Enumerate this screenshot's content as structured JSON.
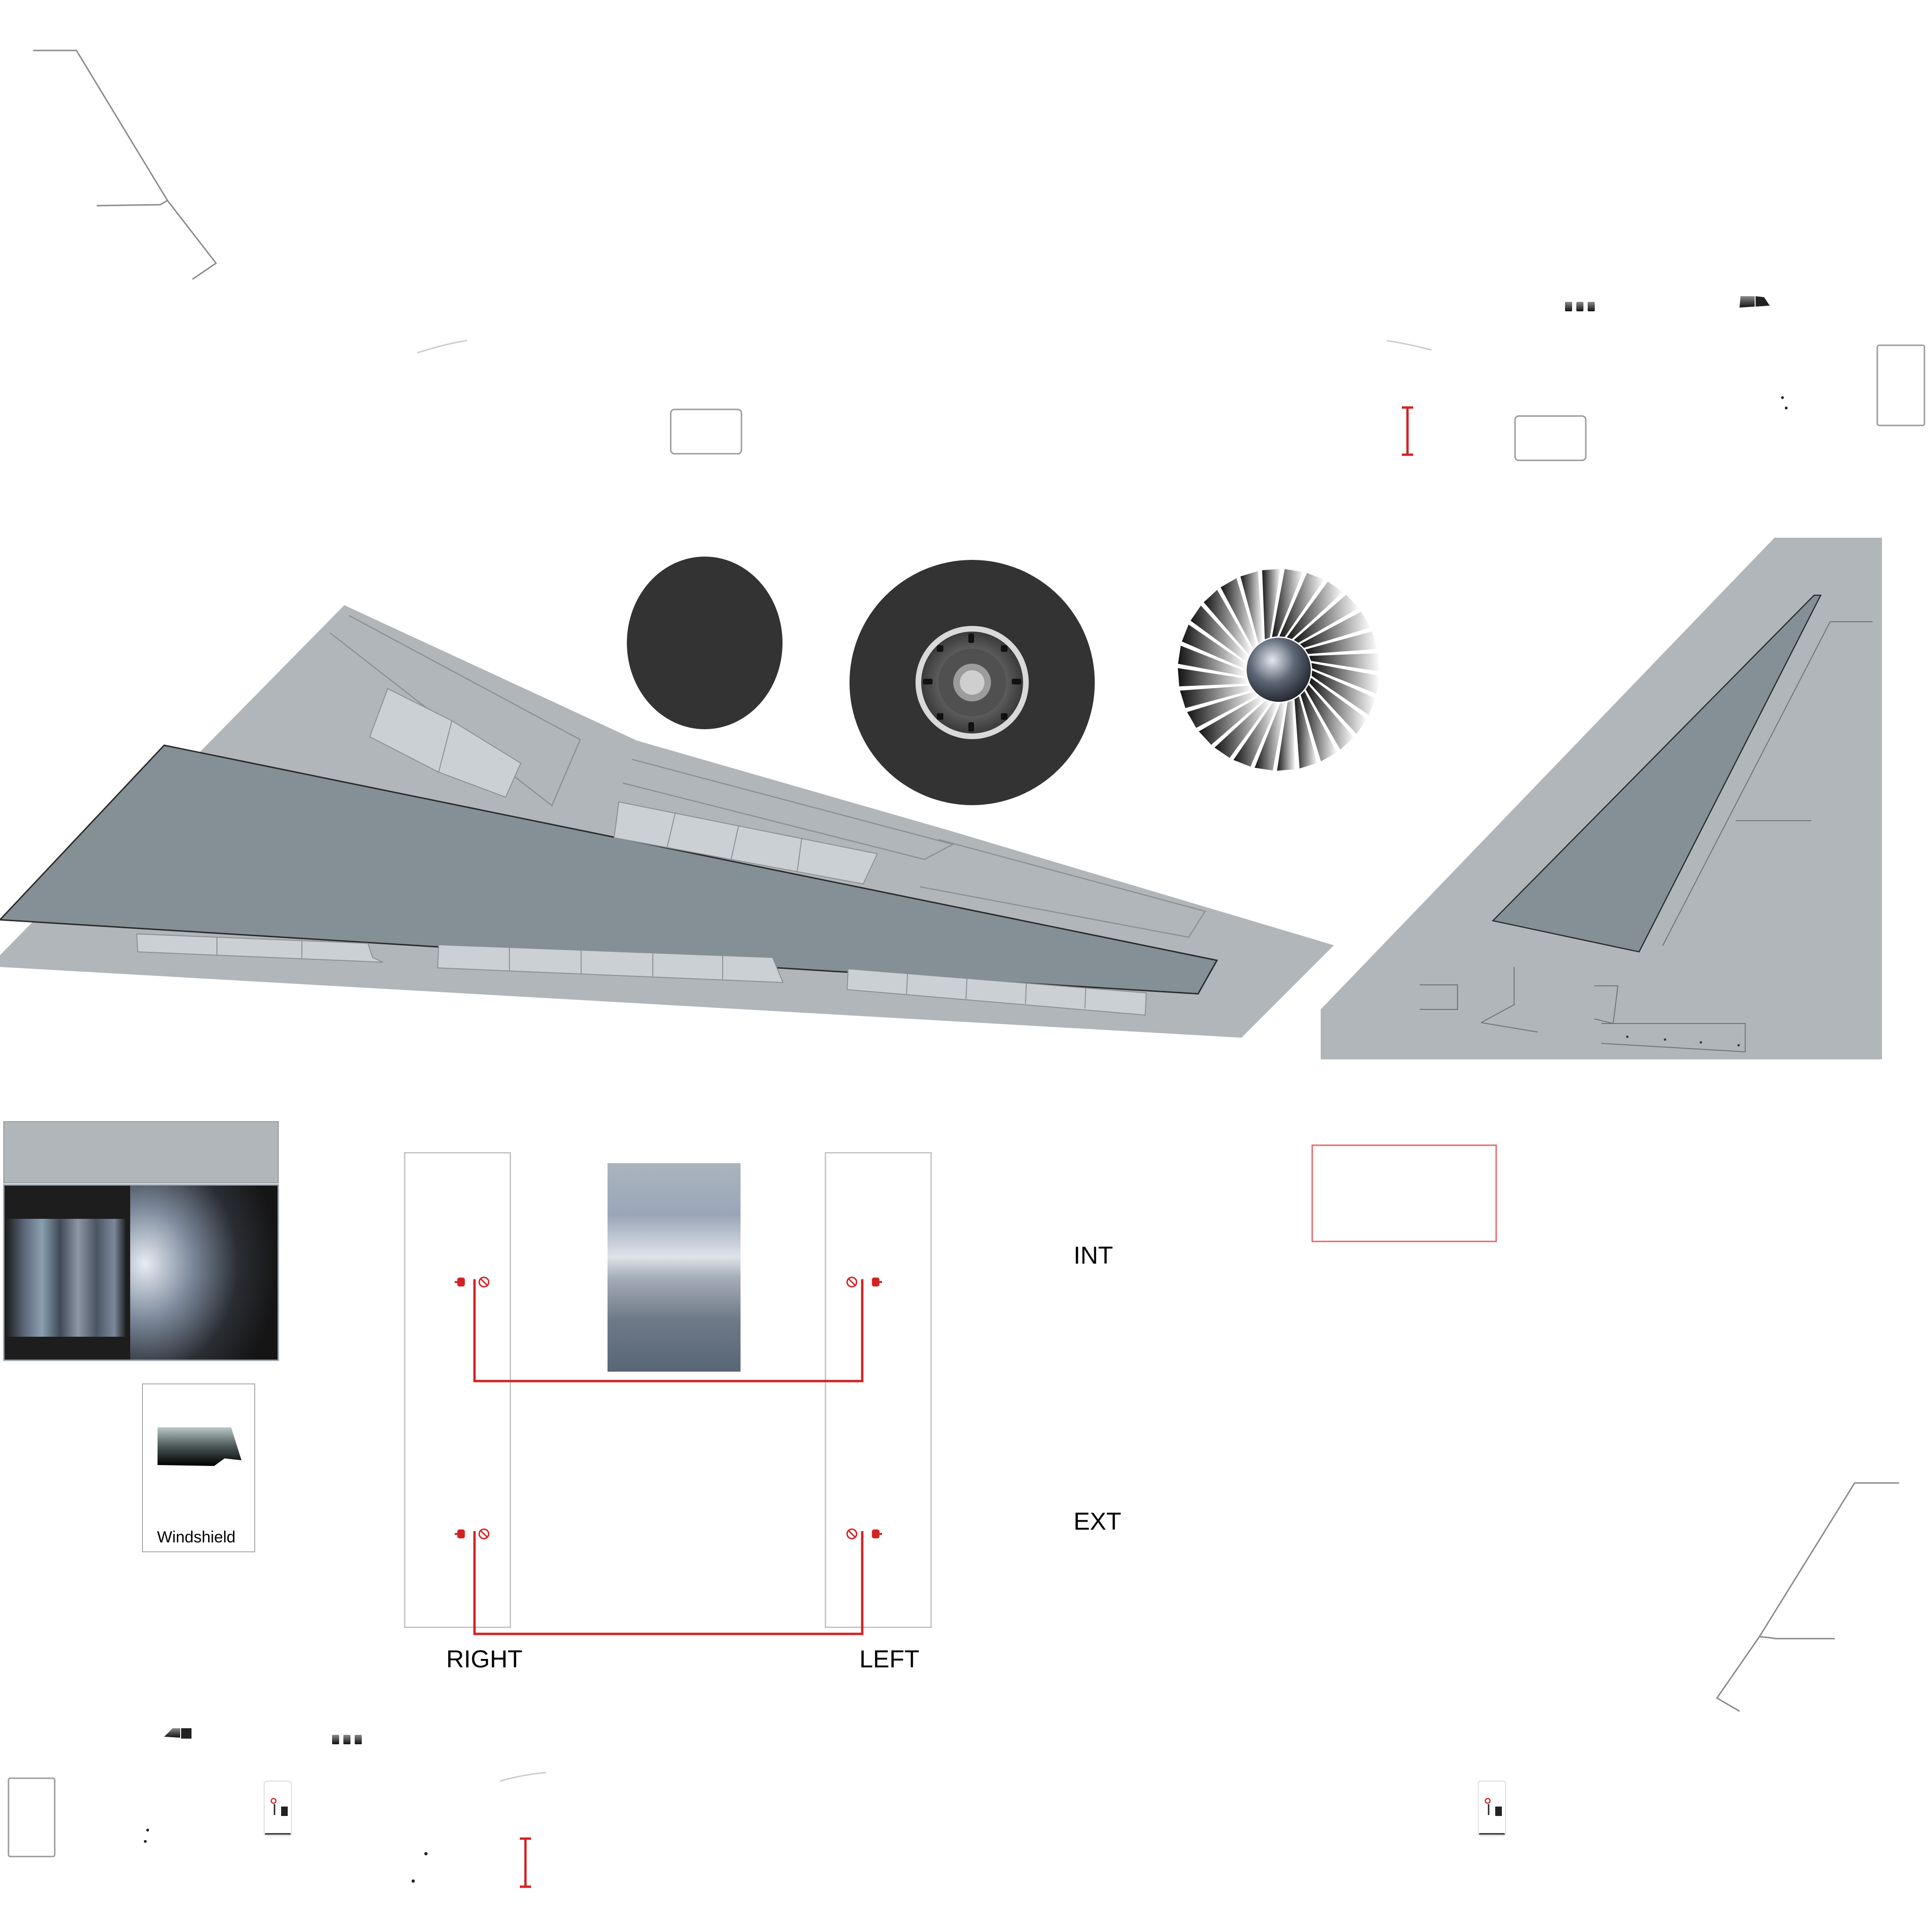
{
  "labels": {
    "int": "INT",
    "ext": "EXT",
    "right": "RIGHT",
    "left": "LEFT",
    "windshield": "Windshield"
  },
  "icons": [
    "door-handle-icon",
    "no-entry-icon",
    "window-strip-icon",
    "window-block-icon",
    "fan-blades-icon",
    "wheel-hub-icon"
  ],
  "colors": {
    "wing_light": "#b0b6b9",
    "wing_dark": "#849096",
    "wing_panel": "#cbd0d5",
    "tire": "#333333",
    "marking_red": "#d22222",
    "outline": "#9a9a9a"
  }
}
